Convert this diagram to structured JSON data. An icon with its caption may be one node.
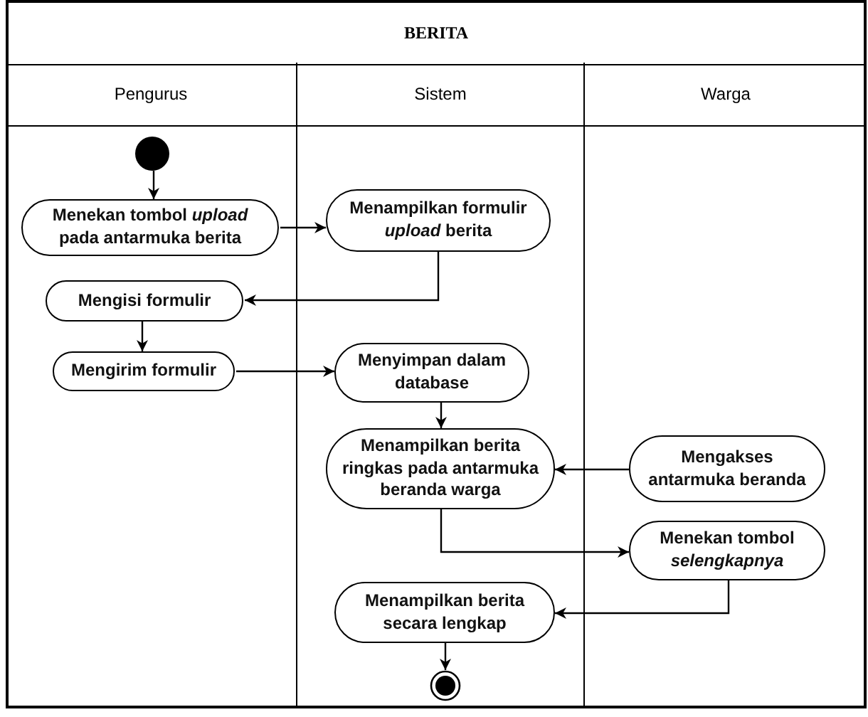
{
  "diagram": {
    "nodes": [
      {
        "text": [
          "BERITA"
        ]
      },
      {
        "text": [
          "Pengurus"
        ],
        "in": 0
      },
      {
        "text": [
          "Sistem"
        ],
        "in": 0
      },
      {
        "text": [
          "Warga"
        ],
        "in": 0
      },
      {
        "text": [],
        "shape": "circle",
        "in": 1
      },
      {
        "text": [
          "Menekan tombol *upload* pada antarmuka berita"
        ],
        "in": 1
      },
      {
        "text": [
          "Menampilkan formulir *upload* berita"
        ],
        "in": 2
      },
      {
        "text": [
          "Mengisi formulir"
        ],
        "in": 1
      },
      {
        "text": [
          "Mengirim formulir"
        ],
        "in": 1
      },
      {
        "text": [
          "Menyimpan dalam database"
        ],
        "in": 2
      },
      {
        "text": [
          "Menampilkan berita ringkas pada antarmuka beranda warga"
        ],
        "in": 2
      },
      {
        "text": [
          "Mengakses antarmuka beranda"
        ],
        "in": 3
      },
      {
        "text": [
          "Menekan tombol *selengkapnya*"
        ],
        "in": 3
      },
      {
        "text": [
          "Menampilkan berita secara lengkap"
        ],
        "in": 2
      },
      {
        "text": [],
        "shape": "circle",
        "in": 2
      }
    ],
    "edges": [
      {
        "from": 4,
        "to": 5,
        "arrow": "to"
      },
      {
        "from": 5,
        "to": 6,
        "arrow": "to"
      },
      {
        "from": 6,
        "to": 7,
        "arrow": "to"
      },
      {
        "from": 7,
        "to": 8,
        "arrow": "to"
      },
      {
        "from": 8,
        "to": 9,
        "arrow": "to"
      },
      {
        "from": 9,
        "to": 10,
        "arrow": "to"
      },
      {
        "from": 11,
        "to": 10,
        "arrow": "to"
      },
      {
        "from": 10,
        "to": 12,
        "arrow": "to"
      },
      {
        "from": 12,
        "to": 13,
        "arrow": "to"
      },
      {
        "from": 13,
        "to": 14,
        "arrow": "to"
      }
    ]
  }
}
